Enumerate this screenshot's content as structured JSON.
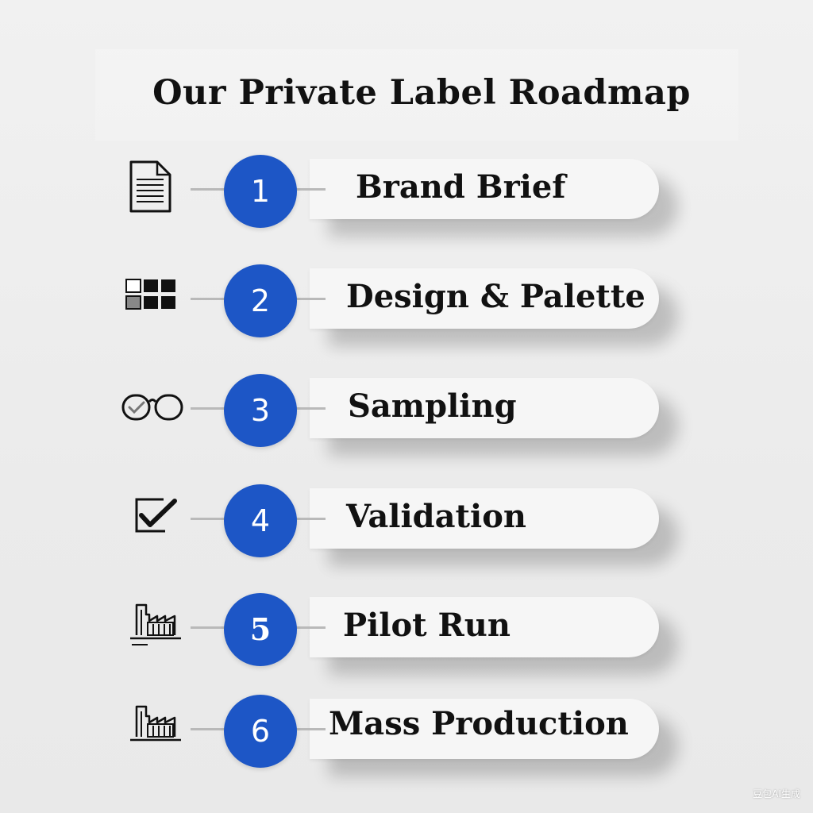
{
  "title": "Our Private Label Roadmap",
  "steps": [
    {
      "number": "1",
      "label": "Brand Brief",
      "icon": "document-icon"
    },
    {
      "number": "2",
      "label": "Design & Palette",
      "icon": "palette-grid-icon"
    },
    {
      "number": "3",
      "label": "Sampling",
      "icon": "glasses-check-icon"
    },
    {
      "number": "4",
      "label": "Validation",
      "icon": "checkbox-check-icon"
    },
    {
      "number": "5",
      "label": "Pilot Run",
      "icon": "factory-icon"
    },
    {
      "number": "6",
      "label": "Mass Production",
      "icon": "factory-icon"
    }
  ],
  "colors": {
    "accent": "#1d56c6",
    "connector": "#b9b9b9",
    "text": "#111111"
  },
  "watermark": "豆包AI生成"
}
